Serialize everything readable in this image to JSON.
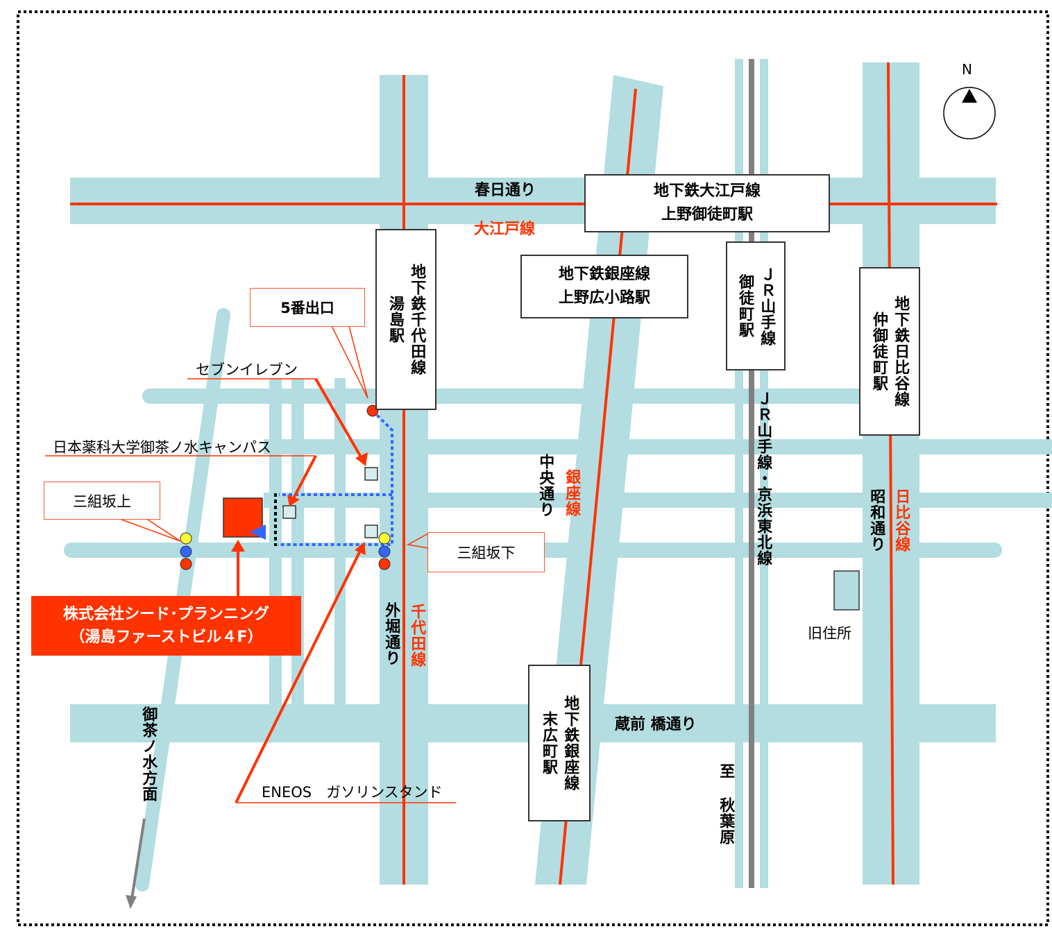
{
  "compass": {
    "north": "N"
  },
  "roads": {
    "kasuga": "春日通り",
    "kuramae": "蔵前 橋通り",
    "chuo": "中央通り",
    "sotobori": "外堀通り",
    "showa": "昭和通り",
    "ochanomizu": "御茶ノ水方面",
    "akihabara": "至 秋葉原"
  },
  "lines": {
    "oedo": "大江戸線",
    "ginza": "銀座線",
    "chiyoda": "千代田線",
    "hibiya": "日比谷線",
    "jr_keihin": "ＪＲ山手線・京浜東北線"
  },
  "stations": {
    "oedo_box": {
      "line1": "地下鉄大江戸線",
      "line2": "上野御徒町駅"
    },
    "ginza_box": {
      "line1": "地下鉄銀座線",
      "line2": "上野広小路駅"
    },
    "chiyoda_box": {
      "line1": "地下鉄千代田線",
      "line2": "湯島駅"
    },
    "jr_box": {
      "line1": "ＪＲ山手線",
      "line2": "御徒町駅"
    },
    "hibiya_box": {
      "line1": "地下鉄日比谷線",
      "line2": "仲御徒町駅"
    },
    "suehiro_box": {
      "line1": "地下鉄銀座線",
      "line2": "末広町駅"
    }
  },
  "callouts": {
    "exit5": "5番出口",
    "mikumi_ue": "三組坂上",
    "mikumi_shita": "三組坂下"
  },
  "landmarks": {
    "seven": "セブンイレブン",
    "nihon_yakka": "日本薬科大学御茶ノ水キャンパス",
    "eneos": "ENEOS　ガソリンスタンド",
    "old_address": "旧住所"
  },
  "company": {
    "name": "株式会社シード･プランニング",
    "building": "（湯島ファーストビル４F）"
  },
  "colors": {
    "road": "#b3dde0",
    "rail": "#ff3300",
    "company": "#ff3300",
    "route": "#3366ff",
    "jr": "#808080"
  }
}
